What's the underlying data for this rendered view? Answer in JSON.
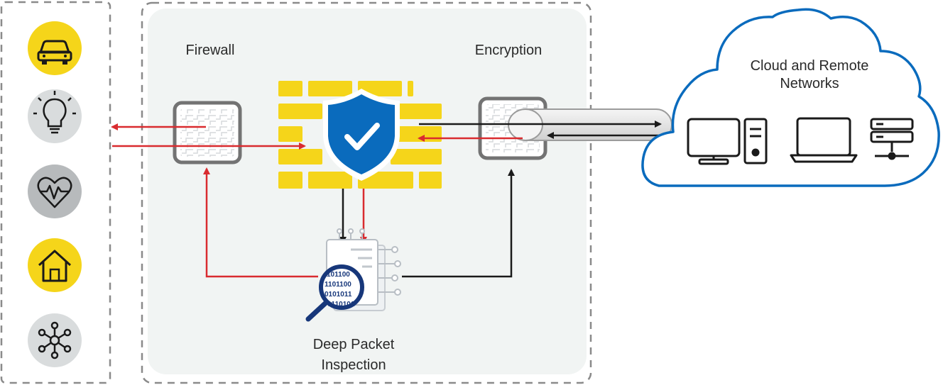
{
  "labels": {
    "firewall": "Firewall",
    "encryption": "Encryption",
    "cloud_line1": "Cloud and Remote",
    "cloud_line2": "Networks",
    "dpi_line1": "Deep Packet",
    "dpi_line2": "Inspection"
  },
  "device_icons": [
    "car-icon",
    "lightbulb-icon",
    "heart-monitor-icon",
    "home-icon",
    "network-hub-icon"
  ],
  "cloud_devices": [
    "desktop-computer-icon",
    "laptop-icon",
    "server-icon"
  ],
  "binary_text": [
    "101100",
    "1101100",
    "0101011",
    "0110101"
  ],
  "colors": {
    "yellow": "#f5d51a",
    "blue": "#0a6bbd",
    "red_arrow": "#d92b2f",
    "black_arrow": "#1a1a1a",
    "panel_bg": "#f1f4f3",
    "dashed_border": "#8a8a8a",
    "circle_gray": "#d9dcdd",
    "circle_dark": "#b7babc"
  }
}
